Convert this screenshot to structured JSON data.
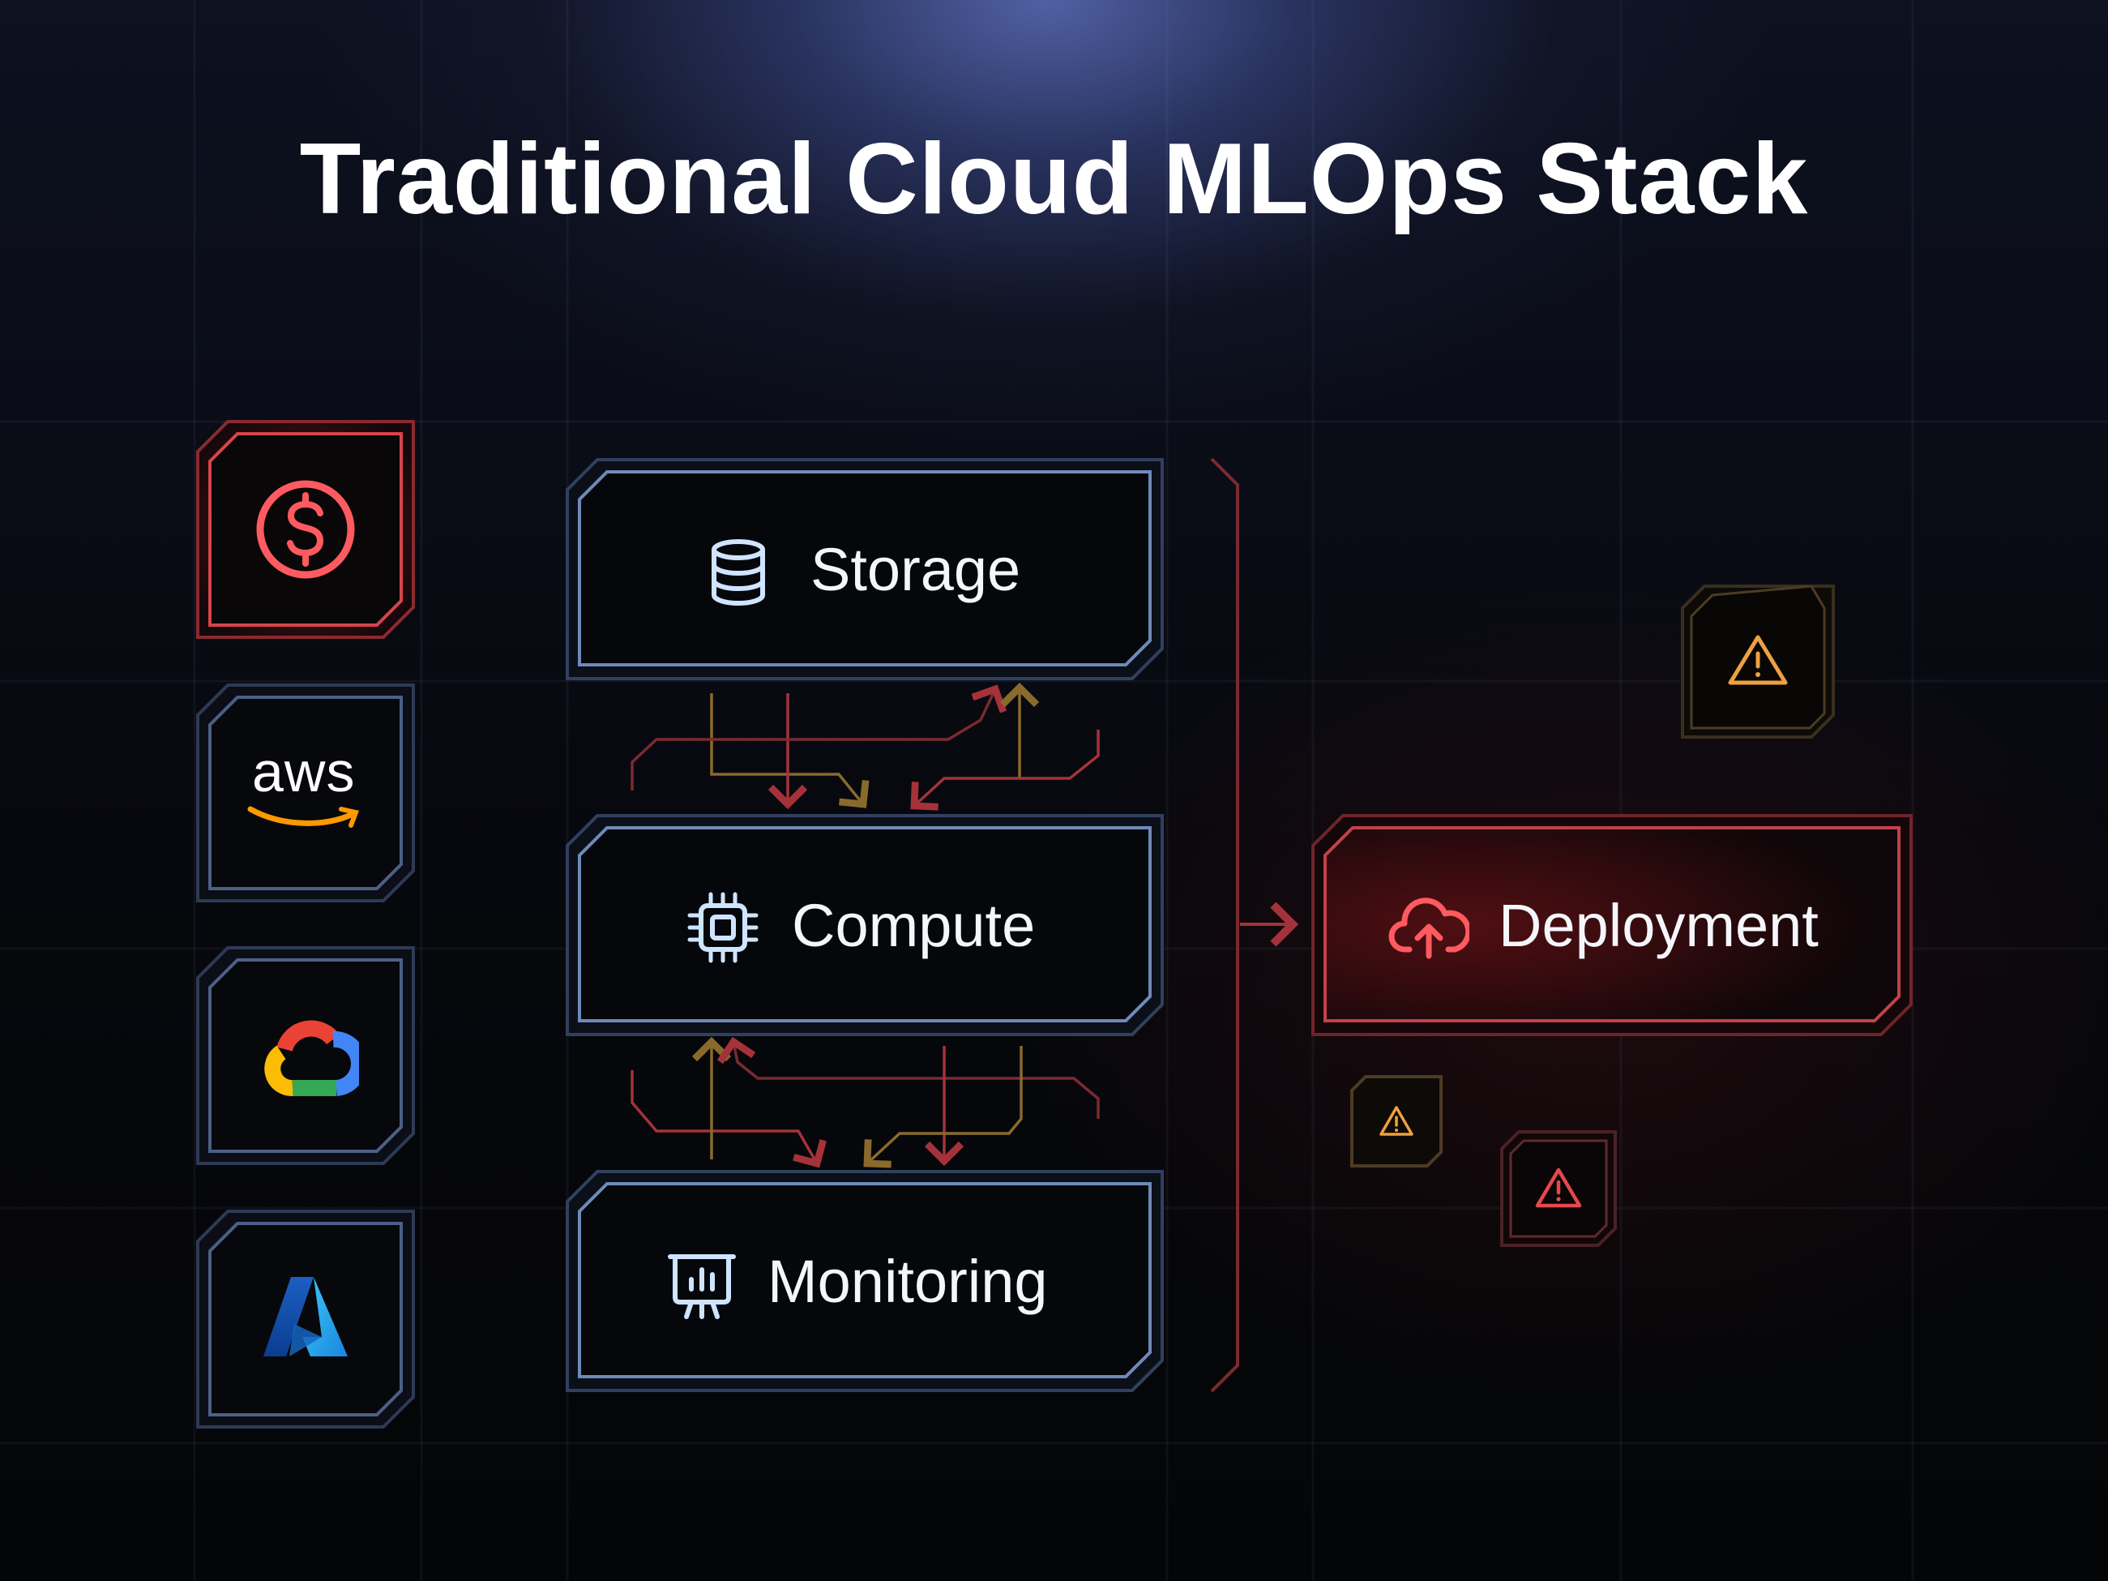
{
  "title": "Traditional Cloud MLOps Stack",
  "providers": [
    {
      "name": "cost",
      "icon": "dollar-circle-icon",
      "accent": "#e5484d"
    },
    {
      "name": "aws",
      "icon": "aws-logo",
      "text": "aws",
      "accent": "#ff9900"
    },
    {
      "name": "gcp",
      "icon": "google-cloud-logo"
    },
    {
      "name": "azure",
      "icon": "azure-logo",
      "accent": "#1f8ef1"
    }
  ],
  "stack": [
    {
      "label": "Storage",
      "icon": "database-icon"
    },
    {
      "label": "Compute",
      "icon": "cpu-chip-icon"
    },
    {
      "label": "Monitoring",
      "icon": "monitor-chart-icon"
    }
  ],
  "deployment": {
    "label": "Deployment",
    "icon": "cloud-upload-icon",
    "accent": "#e5484d"
  },
  "warnings": [
    {
      "icon": "warning-triangle-icon",
      "color": "#f0a040"
    },
    {
      "icon": "warning-triangle-icon",
      "color": "#f0a040"
    },
    {
      "icon": "warning-triangle-icon",
      "color": "#e5484d"
    }
  ]
}
